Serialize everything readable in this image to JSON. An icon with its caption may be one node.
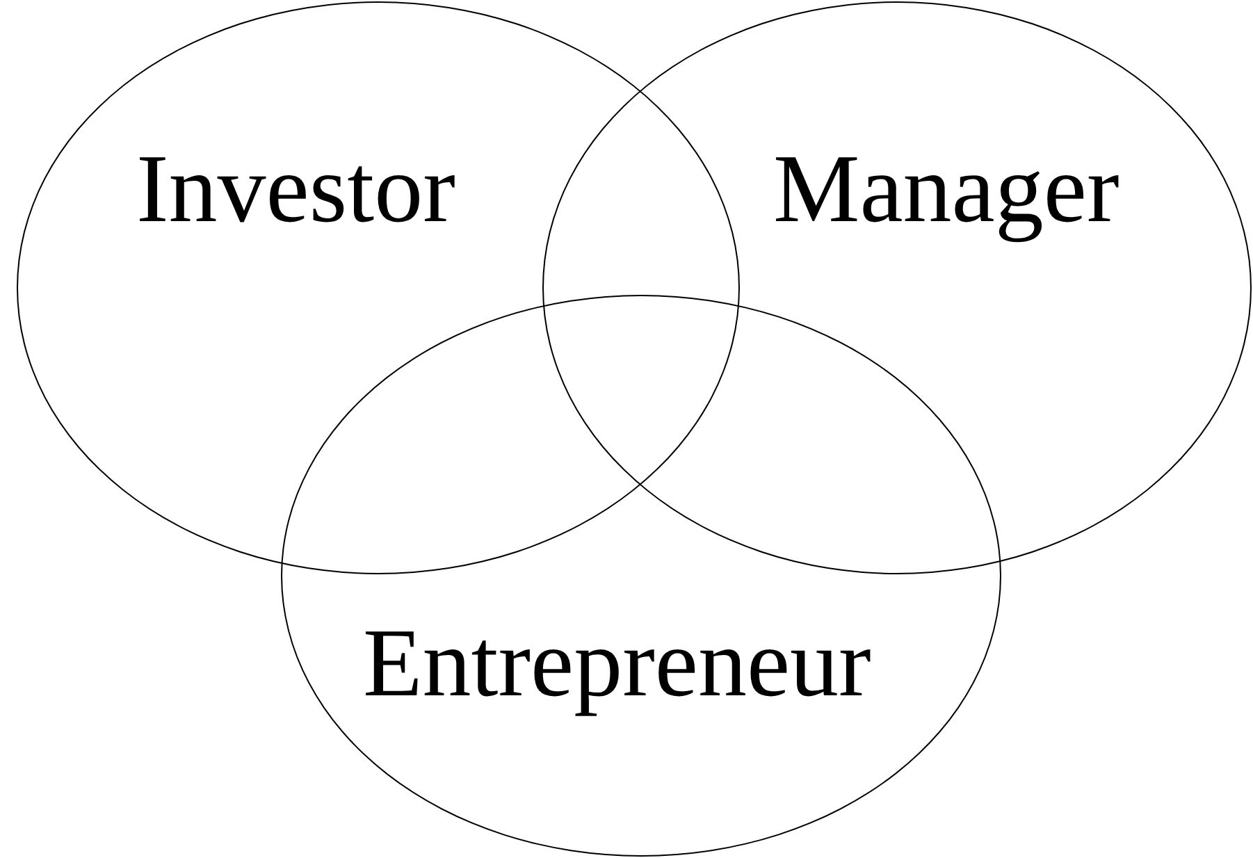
{
  "diagram": {
    "nodes": [
      {
        "text": [
          "Investor"
        ]
      },
      {
        "text": [
          "Manager"
        ]
      },
      {
        "text": [
          "Entrepreneur"
        ]
      }
    ]
  }
}
